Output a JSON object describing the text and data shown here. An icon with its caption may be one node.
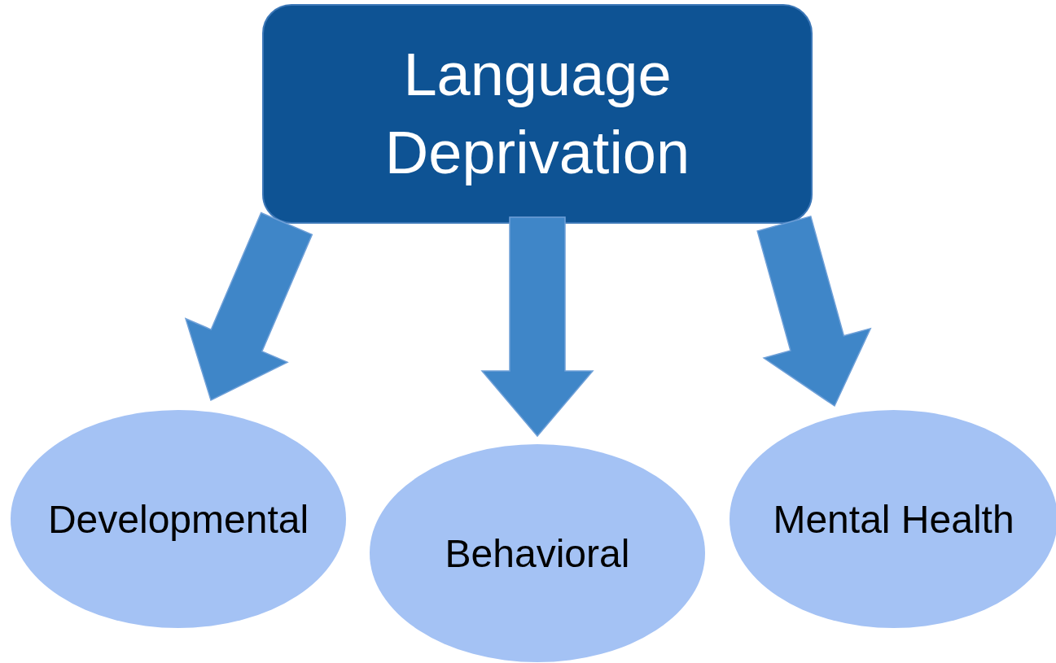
{
  "diagram": {
    "nodes": [
      {
        "text": [
          "Language Deprivation"
        ]
      },
      {
        "text": [
          "Developmental"
        ]
      },
      {
        "text": [
          "Behavioral"
        ]
      },
      {
        "text": [
          "Mental Health"
        ]
      }
    ],
    "edges": [
      {
        "from": 0,
        "to": 1,
        "arrow": "to"
      },
      {
        "from": 0,
        "to": 2,
        "arrow": "to"
      },
      {
        "from": 0,
        "to": 3,
        "arrow": "to"
      }
    ]
  }
}
